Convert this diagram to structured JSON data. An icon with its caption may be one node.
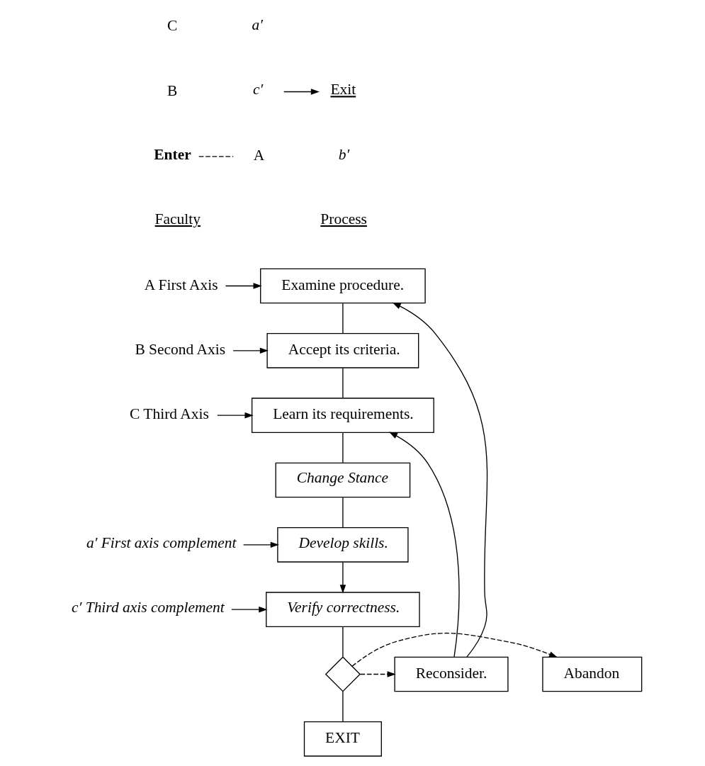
{
  "diagram": {
    "nodes": [
      {
        "text": [
          "C"
        ]
      },
      {
        "text": [
          "a′"
        ]
      },
      {
        "text": [
          "B"
        ]
      },
      {
        "text": [
          "c′"
        ]
      },
      {
        "text": [
          "Exit"
        ]
      },
      {
        "text": [
          "Enter"
        ]
      },
      {
        "text": [
          "A"
        ]
      },
      {
        "text": [
          "b′"
        ]
      },
      {
        "text": [
          "A First Axis"
        ]
      },
      {
        "text": [
          "Examine procedure."
        ]
      },
      {
        "text": [
          "B Second Axis"
        ]
      },
      {
        "text": [
          "Accept its criteria."
        ]
      },
      {
        "text": [
          "C Third Axis"
        ]
      },
      {
        "text": [
          "Learn its requirements."
        ]
      },
      {
        "text": [
          "Change Stance"
        ]
      },
      {
        "text": [
          "a′ First axis complement"
        ]
      },
      {
        "text": [
          "Develop skills."
        ]
      },
      {
        "text": [
          "c′ Third axis complement"
        ]
      },
      {
        "text": [
          "Verify correctness."
        ]
      },
      {
        "text": [],
        "shape": "diamond"
      },
      {
        "text": [
          "Abandon"
        ]
      },
      {
        "text": [
          "Reconsider."
        ]
      },
      {
        "text": [
          "EXIT"
        ]
      }
    ],
    "edges": [
      {
        "from": 3,
        "to": 4,
        "arrow": "to"
      },
      {
        "from": 5,
        "to": 6,
        "arrow": "none",
        "style": "dashed"
      },
      {
        "from": 8,
        "to": 9,
        "arrow": "to"
      },
      {
        "from": 10,
        "to": 11,
        "arrow": "to"
      },
      {
        "from": 12,
        "to": 13,
        "arrow": "to"
      },
      {
        "from": 15,
        "to": 16,
        "arrow": "to"
      },
      {
        "from": 17,
        "to": 18,
        "arrow": "to"
      },
      {
        "from": 9,
        "to": 11,
        "arrow": "none"
      },
      {
        "from": 11,
        "to": 13,
        "arrow": "none"
      },
      {
        "from": 13,
        "to": 14,
        "arrow": "none"
      },
      {
        "from": 14,
        "to": 16,
        "arrow": "none"
      },
      {
        "from": 16,
        "to": 18,
        "arrow": "to"
      },
      {
        "from": 18,
        "to": 19,
        "arrow": "none"
      },
      {
        "from": 19,
        "to": 20,
        "arrow": "to",
        "style": "dashed"
      },
      {
        "from": 19,
        "to": 21,
        "arrow": "to",
        "style": "dashed"
      },
      {
        "from": 19,
        "to": 22,
        "arrow": "none"
      },
      {
        "from": 21,
        "to": 13,
        "arrow": "to"
      },
      {
        "from": 21,
        "to": 9,
        "arrow": "to"
      }
    ],
    "labels": [
      "Faculty",
      "Process"
    ]
  }
}
